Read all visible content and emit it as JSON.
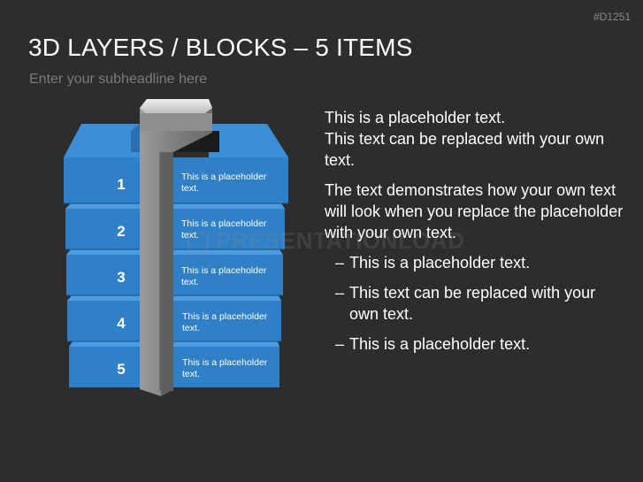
{
  "slide_id": "#D1251",
  "title": "3D LAYERS / BLOCKS – 5 ITEMS",
  "subtitle": "Enter your subheadline here",
  "watermark": "PRESENTATIONLOAD",
  "colors": {
    "background": "#2d2d2d",
    "block_face": "#2f80c6",
    "block_top": "#4a9be0",
    "block_dark": "#1e5f99",
    "pillar": "#8a8a8a"
  },
  "layers": [
    {
      "number": "1",
      "text": "This is a placeholder text."
    },
    {
      "number": "2",
      "text": "This is a placeholder text."
    },
    {
      "number": "3",
      "text": "This is a placeholder text."
    },
    {
      "number": "4",
      "text": "This is a placeholder text."
    },
    {
      "number": "5",
      "text": "This is a placeholder text."
    }
  ],
  "body": {
    "paragraph1_line1": "This is a placeholder text.",
    "paragraph1_line2": "This text can be replaced with your own text.",
    "paragraph2": "The text demonstrates how your own text will look when you replace the placeholder with your own text.",
    "bullets": [
      "This is a placeholder text.",
      "This text can be replaced with your own text.",
      "This is a placeholder text."
    ],
    "bullet_marker": "–"
  }
}
